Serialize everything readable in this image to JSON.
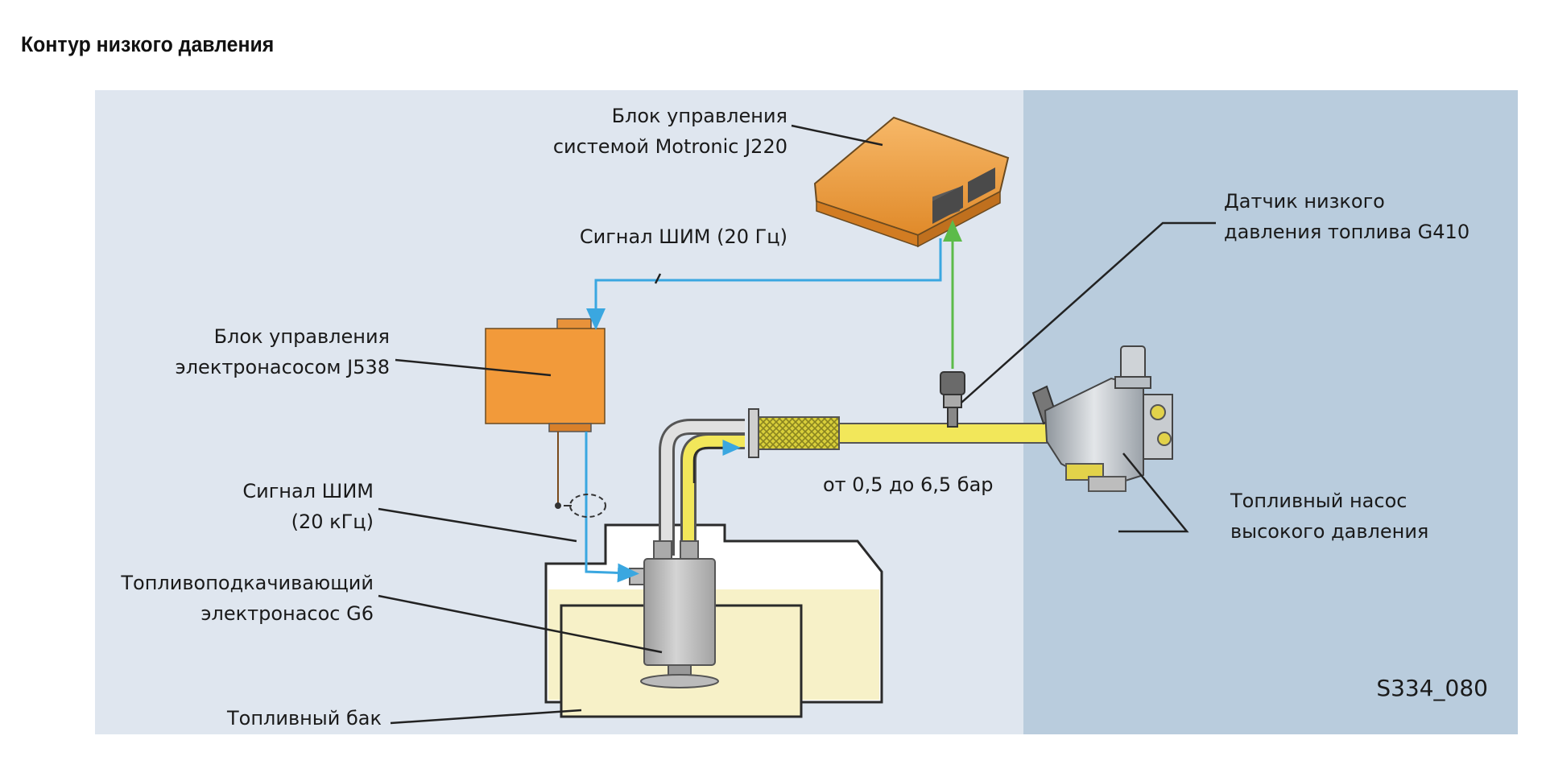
{
  "title": "Контур низкого давления",
  "figure_code": "S334_080",
  "labels": {
    "ecu_line1": "Блок управления",
    "ecu_line2": "системой Motronic J220",
    "pwm_top": "Сигнал ШИМ (20 Гц)",
    "pump_ctrl_line1": "Блок управления",
    "pump_ctrl_line2": "электронасосом J538",
    "pwm_low_line1": "Сигнал ШИМ",
    "pwm_low_line2": "(20 кГц)",
    "feed_pump_line1": "Топливоподкачивающий",
    "feed_pump_line2": "электронасос G6",
    "tank": "Топливный бак",
    "sensor_line1": "Датчик низкого",
    "sensor_line2": "давления топлива G410",
    "pressure": "от 0,5 до 6,5 бар",
    "hp_pump_line1": "Топливный насос",
    "hp_pump_line2": "высокого давления"
  },
  "colors": {
    "panel_left": "#dfe6ef",
    "panel_right": "#b9ccdd",
    "control_unit": "#f29a3a",
    "signal_blue": "#3aa7e0",
    "signal_green": "#5cbb49",
    "fuel_yellow": "#f2e75a",
    "pump_gray": "#b8b8b8"
  }
}
